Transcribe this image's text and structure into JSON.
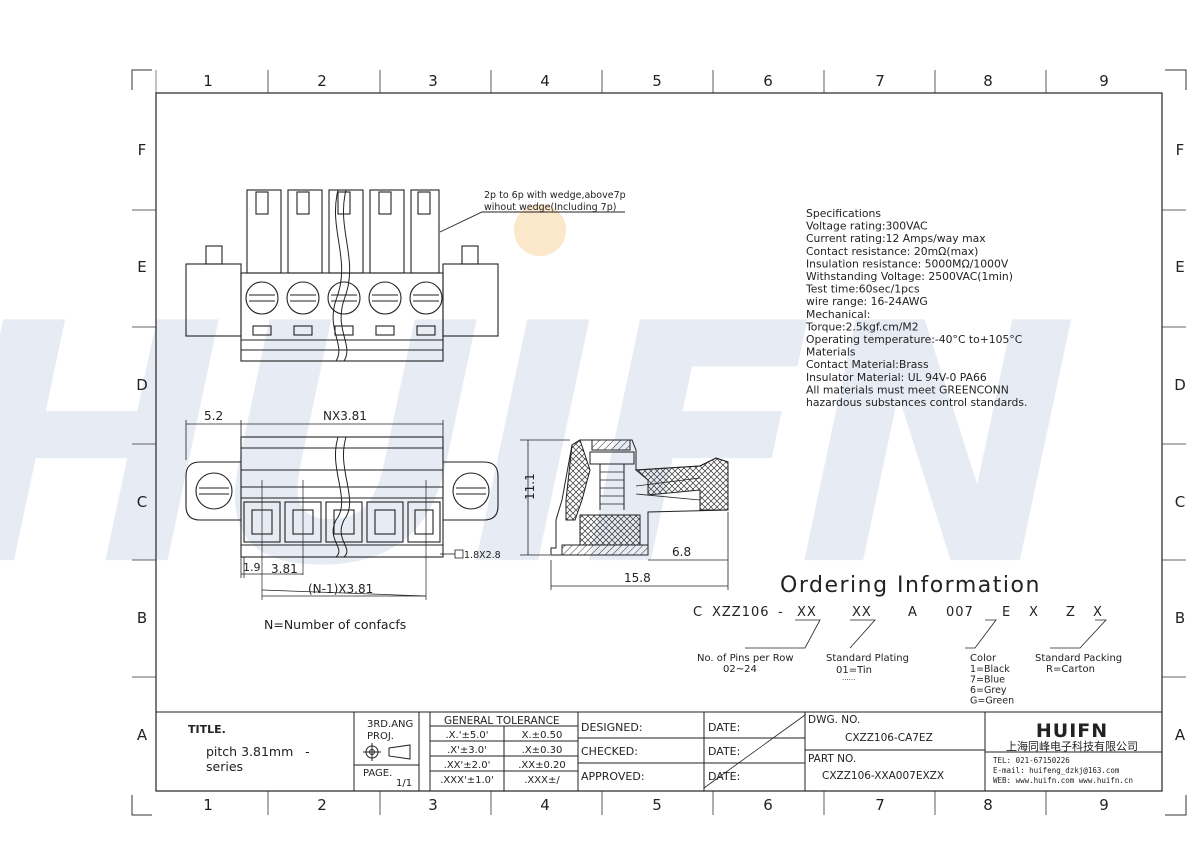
{
  "frame": {
    "columns": [
      "1",
      "2",
      "3",
      "4",
      "5",
      "6",
      "7",
      "8",
      "9"
    ],
    "rows": [
      "F",
      "E",
      "D",
      "C",
      "B",
      "A"
    ]
  },
  "watermark": {
    "text": "HUIFN",
    "color": "#c9d3e6"
  },
  "top_view": {
    "wedge_note_line1": "2p to 6p with wedge,above7p",
    "wedge_note_line2": "wihout wedge(Including 7p)"
  },
  "front_view": {
    "dim_left": "5.2",
    "dim_top": "NX3.81",
    "dim_small": "1.9",
    "dim_pitch": "3.81",
    "dim_span": "(N-1)X3.81",
    "dim_square": "1.8X2.8",
    "note": "N=Number of confacfs"
  },
  "side_view": {
    "dim_height": "11.1",
    "dim_inner": "6.8",
    "dim_width": "15.8"
  },
  "specifications": [
    "Specifications",
    "Voltage rating:300VAC",
    "Current rating:12 Amps/way max",
    "Contact resistance: 20mΩ(max)",
    "Insulation resistance: 5000MΩ/1000V",
    "Withstanding Voltage: 2500VAC(1min)",
    "Test time:60sec/1pcs",
    "wire range: 16-24AWG",
    "Mechanical:",
    "Torque:2.5kgf.cm/M2",
    "Operating temperature:-40°C to+105°C",
    "Materials",
    "Contact Material:Brass",
    "Insulator Material: UL 94V-0 PA66",
    "All materials must meet GREENCONN",
    "hazardous substances control standards."
  ],
  "ordering": {
    "title": "Ordering Information",
    "code_parts": [
      "C",
      "XZZ106",
      "-",
      "XX",
      "XX",
      "A",
      "007",
      "E",
      "X",
      "Z",
      "X"
    ],
    "pins_label": "No. of Pins per Row",
    "pins_value": "02~24",
    "plating_label": "Standard Plating",
    "plating_value": "01=Tin",
    "plating_dots": "......",
    "color_label": "Color",
    "color_values": [
      "1=Black",
      "7=Blue",
      "6=Grey",
      "G=Green"
    ],
    "packing_label": "Standard Packing",
    "packing_value": "R=Carton"
  },
  "title_block": {
    "title_label": "TITLE.",
    "title_line1": "pitch 3.81mm   -",
    "title_line2": "series",
    "proj_label_1": "3RD.ANG",
    "proj_label_2": "PROJ.",
    "page_label": "PAGE.",
    "page_value": "1/1",
    "tolerance_header": "GENERAL TOLERANCE",
    "tolerance_rows": [
      [
        ".X.'±5.0'",
        "X.±0.50"
      ],
      [
        ".X'±3.0'",
        ".X±0.30"
      ],
      [
        ".XX'±2.0'",
        ".XX±0.20"
      ],
      [
        ".XXX'±1.0'",
        ".XXX±/"
      ]
    ],
    "designed": "DESIGNED:",
    "checked": "CHECKED:",
    "approved": "APPROVED:",
    "date": "DATE:",
    "dwg_no_label": "DWG. NO.",
    "dwg_no_value": "CXZZ106-CA7EZ",
    "part_no_label": "PART NO.",
    "part_no_value": "CXZZ106-XXA007EXZX",
    "company_logo": "HUIFN",
    "company_name": "上海同峰电子科技有限公司",
    "tel": "TEL: 021-67150226",
    "email": "E-mail: huifeng_dzkj@163.com",
    "web": "WEB: www.huifn.com  www.huifn.cn"
  }
}
